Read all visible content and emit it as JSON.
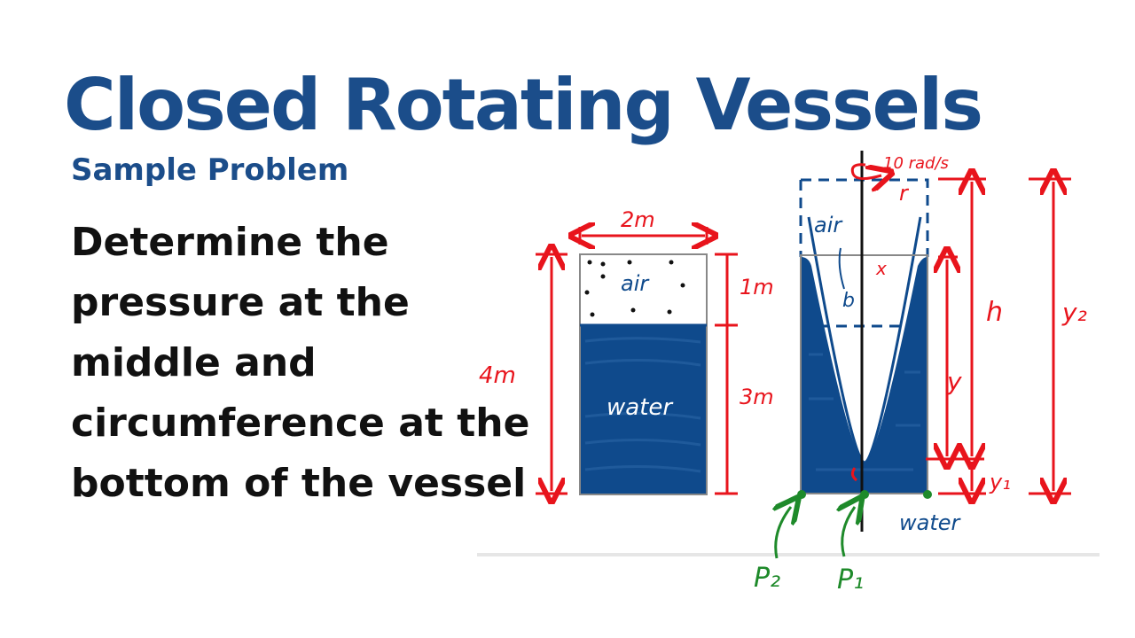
{
  "header": {
    "title": "Closed Rotating Vessels",
    "subtitle": "Sample Problem"
  },
  "problem": {
    "statement": "Determine the pressure at the middle and circumference at the bottom of the vessel"
  },
  "diagram": {
    "left_vessel": {
      "width_label": "2m",
      "height_label": "4m",
      "air_height_label": "1m",
      "water_height_label": "3m",
      "air_label": "air",
      "water_label": "water"
    },
    "right_vessel": {
      "rotation_label": "10 rad/s",
      "radius_label": "r",
      "air_label": "air",
      "b_label": "b",
      "x_label": "x",
      "h_label": "h",
      "y_label": "y",
      "y1_label": "y₁",
      "y2_label": "y₂",
      "water_label": "water",
      "p1_label": "P₁",
      "p2_label": "P₂"
    },
    "colors": {
      "title_blue": "#1b4d8a",
      "water_blue": "#0f4a8c",
      "dimension_red": "#e8141c",
      "point_green": "#1e8a2a"
    }
  }
}
